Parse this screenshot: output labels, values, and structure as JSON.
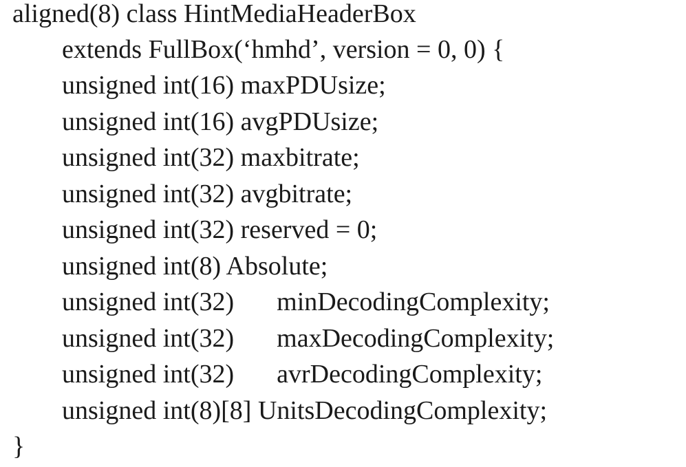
{
  "code": {
    "header": "aligned(8) class HintMediaHeaderBox",
    "extends": "extends FullBox(‘hmhd’, version = 0, 0) {",
    "fields": [
      "unsigned int(16) maxPDUsize;",
      "unsigned int(16) avgPDUsize;",
      "unsigned int(32) maxbitrate;",
      "unsigned int(32) avgbitrate;",
      "unsigned int(32) reserved = 0;",
      "unsigned int(8) Absolute;"
    ],
    "complexity_fields": [
      {
        "type": "unsigned int(32)",
        "name": "minDecodingComplexity;"
      },
      {
        "type": "unsigned int(32)",
        "name": "maxDecodingComplexity;"
      },
      {
        "type": "unsigned int(32)",
        "name": "avrDecodingComplexity;"
      }
    ],
    "units_field": "unsigned int(8)[8] UnitsDecodingComplexity;",
    "closing": "}"
  }
}
